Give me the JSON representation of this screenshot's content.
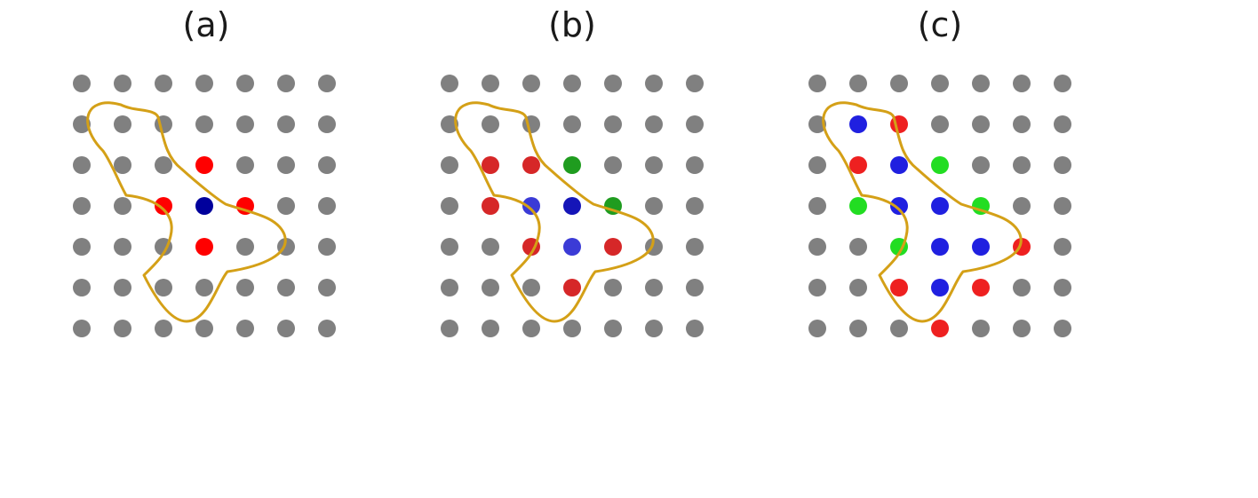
{
  "colors": {
    "inactive": "#808080",
    "outline": "#d4a017",
    "a_red": "#ff0000",
    "a_blue": "#00009c",
    "b_red": "#d62728",
    "b_blue": "#3b3bd6",
    "b_darkblue": "#1515b8",
    "b_green": "#1f9c1f",
    "c_red": "#ee2020",
    "c_blue": "#2020e0",
    "c_green": "#22dd22"
  },
  "grid": {
    "rows": 7,
    "cols": 7
  },
  "panels": [
    {
      "label": "(a)",
      "highlighted": [
        {
          "row": 2,
          "col": 3,
          "color": "a_red"
        },
        {
          "row": 3,
          "col": 2,
          "color": "a_red"
        },
        {
          "row": 3,
          "col": 3,
          "color": "a_blue"
        },
        {
          "row": 3,
          "col": 4,
          "color": "a_red"
        },
        {
          "row": 4,
          "col": 3,
          "color": "a_red"
        }
      ]
    },
    {
      "label": "(b)",
      "highlighted": [
        {
          "row": 2,
          "col": 1,
          "color": "b_red"
        },
        {
          "row": 2,
          "col": 2,
          "color": "b_red"
        },
        {
          "row": 2,
          "col": 3,
          "color": "b_green"
        },
        {
          "row": 3,
          "col": 1,
          "color": "b_red"
        },
        {
          "row": 3,
          "col": 2,
          "color": "b_blue"
        },
        {
          "row": 3,
          "col": 3,
          "color": "b_darkblue"
        },
        {
          "row": 3,
          "col": 4,
          "color": "b_green"
        },
        {
          "row": 4,
          "col": 2,
          "color": "b_red"
        },
        {
          "row": 4,
          "col": 3,
          "color": "b_blue"
        },
        {
          "row": 4,
          "col": 4,
          "color": "b_red"
        },
        {
          "row": 5,
          "col": 3,
          "color": "b_red"
        }
      ]
    },
    {
      "label": "(c)",
      "highlighted": [
        {
          "row": 1,
          "col": 1,
          "color": "c_blue"
        },
        {
          "row": 1,
          "col": 2,
          "color": "c_red"
        },
        {
          "row": 2,
          "col": 1,
          "color": "c_red"
        },
        {
          "row": 2,
          "col": 2,
          "color": "c_blue"
        },
        {
          "row": 2,
          "col": 3,
          "color": "c_green"
        },
        {
          "row": 3,
          "col": 1,
          "color": "c_green"
        },
        {
          "row": 3,
          "col": 2,
          "color": "c_blue"
        },
        {
          "row": 3,
          "col": 3,
          "color": "c_blue"
        },
        {
          "row": 3,
          "col": 4,
          "color": "c_green"
        },
        {
          "row": 4,
          "col": 2,
          "color": "c_green"
        },
        {
          "row": 4,
          "col": 3,
          "color": "c_blue"
        },
        {
          "row": 4,
          "col": 4,
          "color": "c_blue"
        },
        {
          "row": 4,
          "col": 5,
          "color": "c_red"
        },
        {
          "row": 5,
          "col": 2,
          "color": "c_red"
        },
        {
          "row": 5,
          "col": 3,
          "color": "c_blue"
        },
        {
          "row": 5,
          "col": 4,
          "color": "c_red"
        },
        {
          "row": 6,
          "col": 3,
          "color": "c_red"
        }
      ]
    }
  ]
}
